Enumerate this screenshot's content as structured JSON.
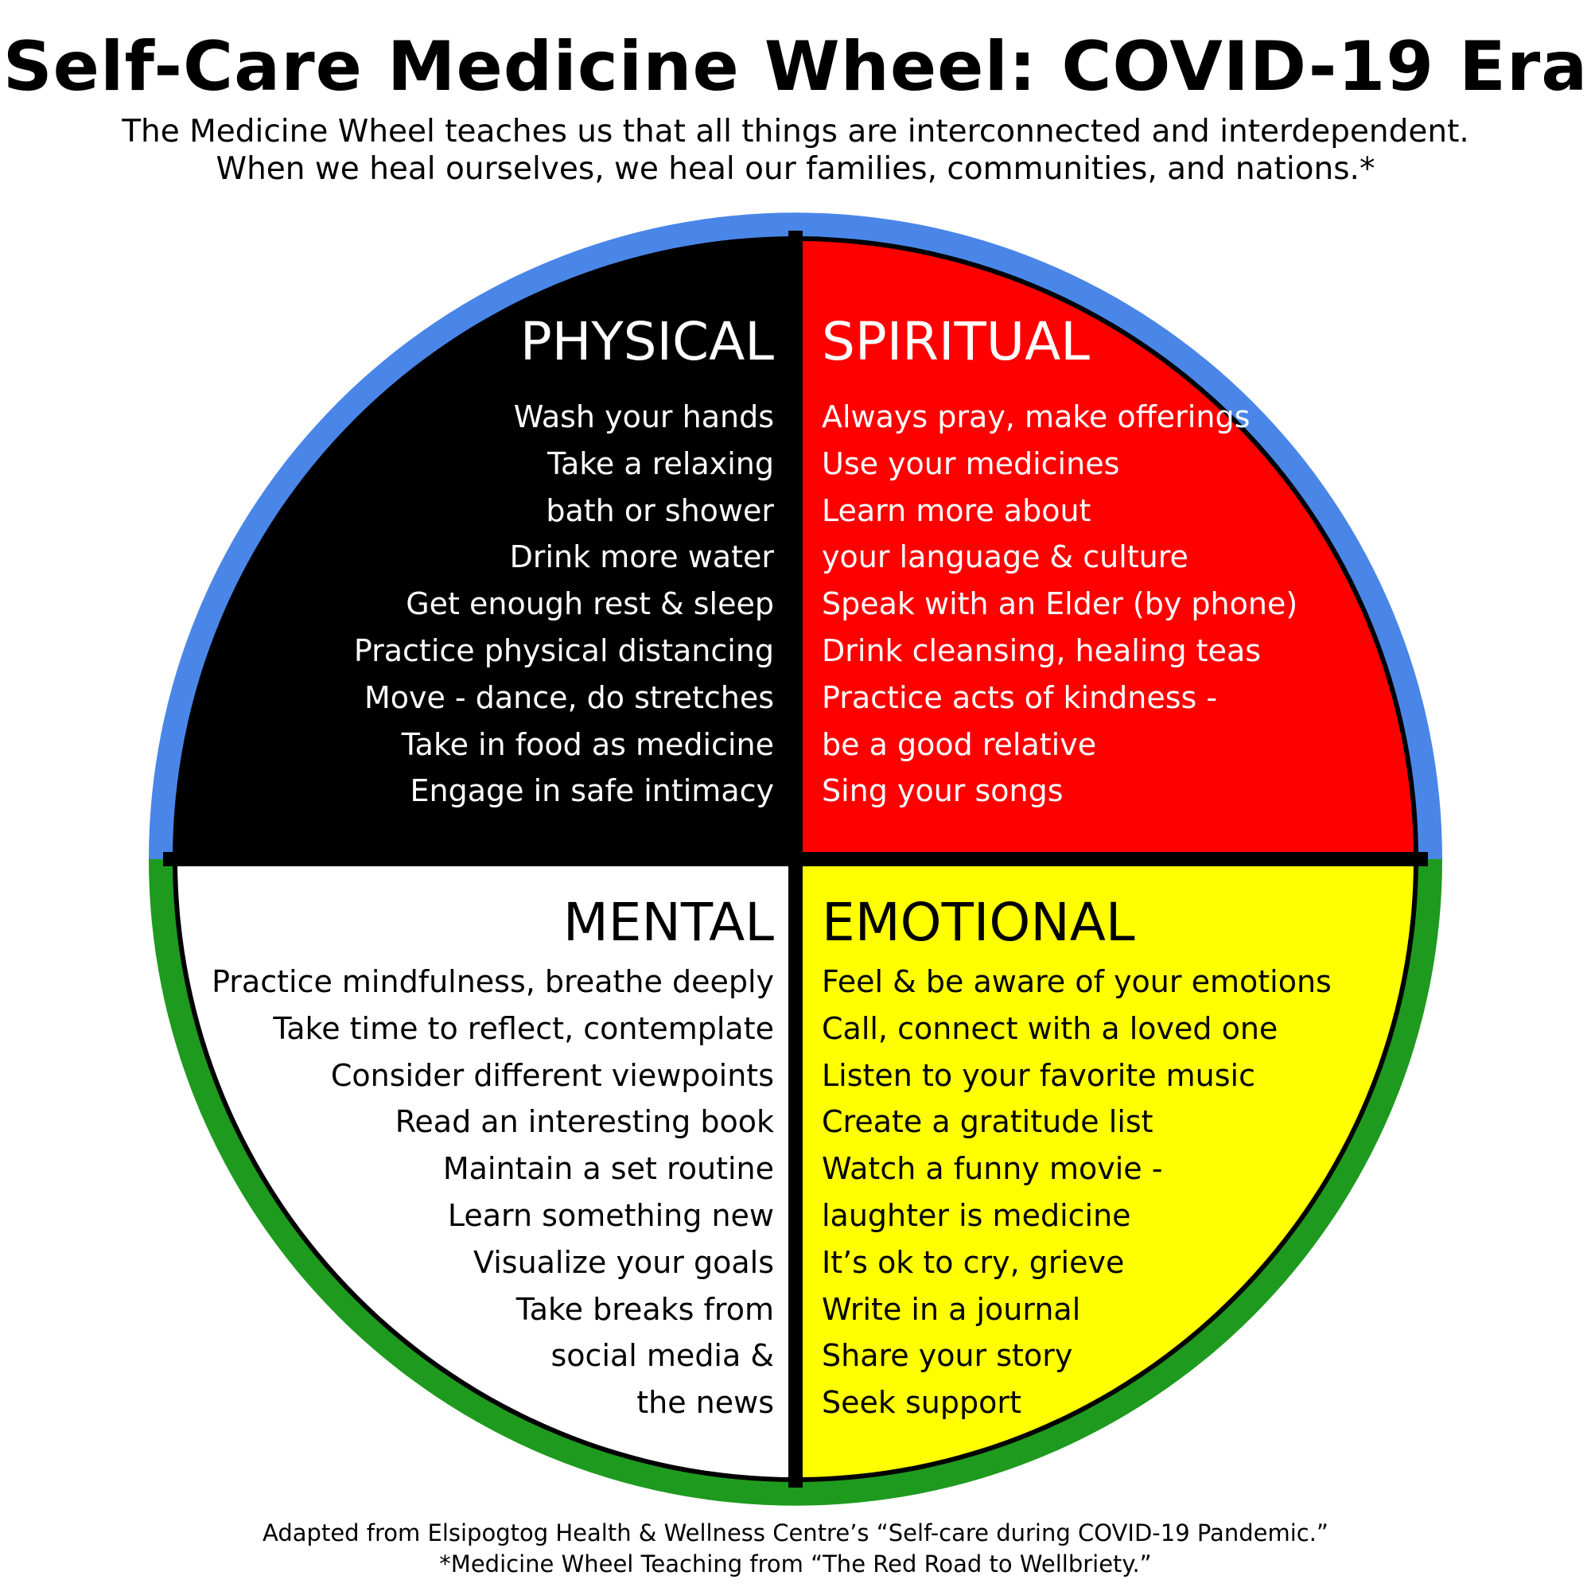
{
  "title": "Self-Care Medicine Wheel: COVID-19 Era",
  "subtitle": [
    "The Medicine Wheel teaches us that all things are interconnected and interdependent.",
    "When we heal ourselves, we heal our families, communities, and nations.*"
  ],
  "colors": {
    "outer_top": "#4a86e8",
    "outer_bottom": "#1e9a1e",
    "physical": "#000000",
    "spiritual": "#ff0000",
    "mental": "#ffffff",
    "emotional": "#ffff00",
    "divider": "#000000"
  },
  "quadrants": {
    "physical": {
      "heading": "PHYSICAL",
      "items": [
        "Wash your hands",
        "Take a relaxing",
        "bath or shower",
        "Drink more water",
        "Get enough rest & sleep",
        "Practice physical distancing",
        "Move - dance, do stretches",
        "Take in food as medicine",
        "Engage in safe intimacy"
      ]
    },
    "spiritual": {
      "heading": "SPIRITUAL",
      "items": [
        "Always pray, make offerings",
        "Use your medicines",
        "Learn more about",
        "your language & culture",
        "Speak with an Elder (by phone)",
        "Drink cleansing, healing teas",
        "Practice acts of kindness -",
        "be a good relative",
        "Sing your songs"
      ]
    },
    "mental": {
      "heading": "MENTAL",
      "items": [
        "Practice mindfulness, breathe deeply",
        "Take time to reflect, contemplate",
        "Consider different viewpoints",
        "Read an interesting book",
        "Maintain a set routine",
        "Learn something new",
        "Visualize your goals",
        "Take breaks from",
        "social media &",
        "the news"
      ]
    },
    "emotional": {
      "heading": "EMOTIONAL",
      "items": [
        "Feel & be aware of your emotions",
        "Call, connect with a loved one",
        "Listen to your favorite music",
        "Create a gratitude list",
        "Watch a funny movie -",
        "laughter is medicine",
        "It’s ok to cry, grieve",
        "Write in a journal",
        "Share your story",
        "Seek support"
      ]
    }
  },
  "footer": [
    "Adapted from Elsipogtog Health & Wellness Centre’s “Self-care during COVID-19 Pandemic.”",
    "*Medicine Wheel Teaching from “The Red Road to Wellbriety.”"
  ]
}
